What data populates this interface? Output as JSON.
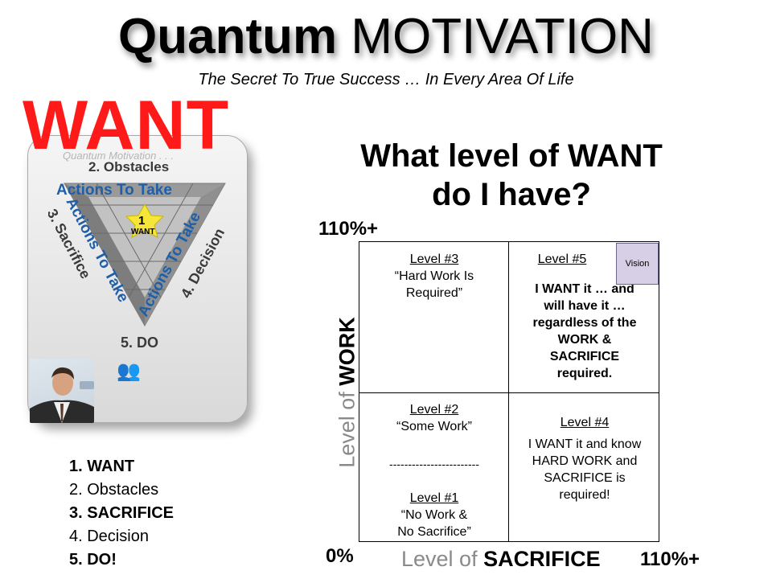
{
  "header": {
    "title_bold": "Quantum",
    "title_light": "MOTIVATION",
    "subtitle": "The Secret To True Success … In Every Area Of Life"
  },
  "book": {
    "want_overlay": "WANT",
    "faint_title": "Quantum Motivation . . .",
    "triangle": {
      "center_number": "1",
      "center_label": "WANT",
      "top_label": "2. Obstacles",
      "left_label": "3. Sacrifice",
      "right_label": "4. Decision",
      "bottom_label": "5. DO",
      "arrow_top": "Actions To Take",
      "arrow_left": "Actions To Take",
      "arrow_right": "Actions To Take"
    }
  },
  "steps": [
    {
      "text": "1. WANT",
      "bold": true
    },
    {
      "text": "2. Obstacles",
      "bold": false
    },
    {
      "text": "3. SACRIFICE",
      "bold": true
    },
    {
      "text": "4. Decision",
      "bold": false
    },
    {
      "text": "5. DO!",
      "bold": true
    }
  ],
  "question": {
    "line1": "What level of  WANT",
    "line2": "do I have?"
  },
  "axes": {
    "y_max": "110%+",
    "origin": "0%",
    "x_max": "110%+",
    "x_label_prefix": "Level of",
    "x_label_bold": "SACRIFICE",
    "y_label_prefix": "Level of",
    "y_label_bold": "WORK"
  },
  "quadrants": {
    "level3": {
      "title": "Level #3",
      "line1": "“Hard Work Is",
      "line2": "Required”"
    },
    "level5": {
      "title": "Level #5",
      "l1": "I WANT it … and",
      "l2": "will have it …",
      "l3": "regardless of the",
      "l4": "WORK &",
      "l5": "SACRIFICE",
      "l6": "required."
    },
    "vision": "Vision",
    "level2": {
      "title": "Level #2",
      "line1": "“Some Work”"
    },
    "divider": "------------------------",
    "level1": {
      "title": "Level #1",
      "line1": "“No Work &",
      "line2": "No Sacrifice”"
    },
    "level4": {
      "title": "Level #4",
      "l1": "I WANT it and know",
      "l2": "HARD WORK and",
      "l3": "SACRIFICE is",
      "l4": "required!"
    }
  },
  "colors": {
    "want_red": "#ff1a1a",
    "triangle_blue": "#1f5fa8",
    "star_yellow": "#f7e63a",
    "vision_box": "#d6cfe6"
  }
}
